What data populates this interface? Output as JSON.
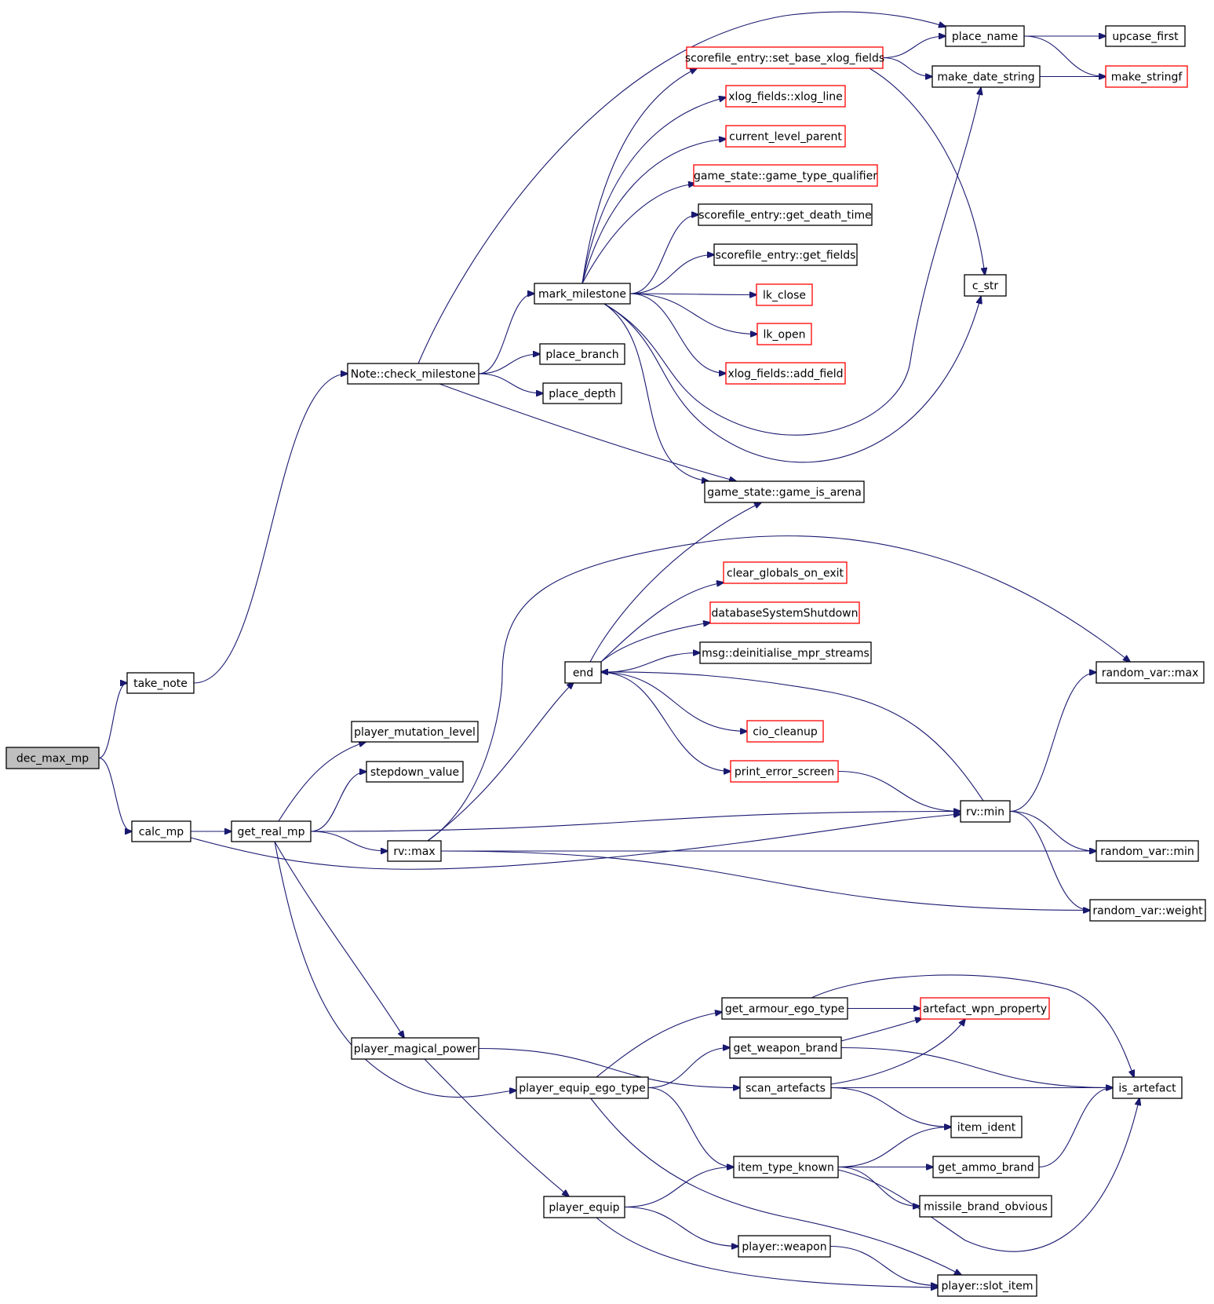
{
  "colors": {
    "edge": "#191970",
    "node_border": "#000000",
    "node_border_truncated": "#ff0000",
    "node_fill": "#ffffff",
    "root_fill": "#bfbfbf",
    "background": "#ffffff"
  },
  "nodes": [
    {
      "id": "n00",
      "label": "dec_max_mp",
      "style": "root"
    },
    {
      "id": "n01",
      "label": "take_note",
      "style": "normal"
    },
    {
      "id": "n02",
      "label": "calc_mp",
      "style": "normal"
    },
    {
      "id": "n03",
      "label": "Note::check_milestone",
      "style": "normal"
    },
    {
      "id": "n04",
      "label": "place_name",
      "style": "normal"
    },
    {
      "id": "n05",
      "label": "scorefile_entry::set_base_xlog_fields",
      "style": "truncated"
    },
    {
      "id": "n06",
      "label": "mark_milestone",
      "style": "normal"
    },
    {
      "id": "n07",
      "label": "place_branch",
      "style": "normal"
    },
    {
      "id": "n08",
      "label": "place_depth",
      "style": "normal"
    },
    {
      "id": "n09",
      "label": "game_state::game_is_arena",
      "style": "normal"
    },
    {
      "id": "n10",
      "label": "upcase_first",
      "style": "normal"
    },
    {
      "id": "n11",
      "label": "make_stringf",
      "style": "truncated"
    },
    {
      "id": "n12",
      "label": "make_date_string",
      "style": "normal"
    },
    {
      "id": "n13",
      "label": "c_str",
      "style": "normal"
    },
    {
      "id": "n14",
      "label": "xlog_fields::xlog_line",
      "style": "truncated"
    },
    {
      "id": "n15",
      "label": "current_level_parent",
      "style": "truncated"
    },
    {
      "id": "n16",
      "label": "game_state::game_type_qualifier",
      "style": "truncated"
    },
    {
      "id": "n17",
      "label": "scorefile_entry::get_death_time",
      "style": "normal"
    },
    {
      "id": "n18",
      "label": "scorefile_entry::get_fields",
      "style": "normal"
    },
    {
      "id": "n19",
      "label": "lk_close",
      "style": "truncated"
    },
    {
      "id": "n20",
      "label": "lk_open",
      "style": "truncated"
    },
    {
      "id": "n21",
      "label": "xlog_fields::add_field",
      "style": "truncated"
    },
    {
      "id": "n22",
      "label": "get_real_mp",
      "style": "normal"
    },
    {
      "id": "n23",
      "label": "rv::min",
      "style": "normal"
    },
    {
      "id": "n24",
      "label": "rv::max",
      "style": "normal"
    },
    {
      "id": "n25",
      "label": "player_mutation_level",
      "style": "normal"
    },
    {
      "id": "n26",
      "label": "stepdown_value",
      "style": "normal"
    },
    {
      "id": "n27",
      "label": "player_magical_power",
      "style": "normal"
    },
    {
      "id": "n28",
      "label": "player_equip_ego_type",
      "style": "normal"
    },
    {
      "id": "n29",
      "label": "end",
      "style": "normal"
    },
    {
      "id": "n30",
      "label": "random_var::max",
      "style": "normal"
    },
    {
      "id": "n31",
      "label": "clear_globals_on_exit",
      "style": "truncated"
    },
    {
      "id": "n32",
      "label": "databaseSystemShutdown",
      "style": "truncated"
    },
    {
      "id": "n33",
      "label": "msg::deinitialise_mpr_streams",
      "style": "normal"
    },
    {
      "id": "n34",
      "label": "cio_cleanup",
      "style": "truncated"
    },
    {
      "id": "n35",
      "label": "print_error_screen",
      "style": "truncated"
    },
    {
      "id": "n36",
      "label": "random_var::min",
      "style": "normal"
    },
    {
      "id": "n37",
      "label": "random_var::weight",
      "style": "normal"
    },
    {
      "id": "n38",
      "label": "scan_artefacts",
      "style": "normal"
    },
    {
      "id": "n39",
      "label": "player_equip",
      "style": "normal"
    },
    {
      "id": "n40",
      "label": "get_armour_ego_type",
      "style": "normal"
    },
    {
      "id": "n41",
      "label": "get_weapon_brand",
      "style": "normal"
    },
    {
      "id": "n42",
      "label": "item_type_known",
      "style": "normal"
    },
    {
      "id": "n43",
      "label": "player::slot_item",
      "style": "normal"
    },
    {
      "id": "n44",
      "label": "artefact_wpn_property",
      "style": "truncated"
    },
    {
      "id": "n45",
      "label": "is_artefact",
      "style": "normal"
    },
    {
      "id": "n46",
      "label": "item_ident",
      "style": "normal"
    },
    {
      "id": "n47",
      "label": "get_ammo_brand",
      "style": "normal"
    },
    {
      "id": "n48",
      "label": "missile_brand_obvious",
      "style": "normal"
    },
    {
      "id": "n49",
      "label": "player::weapon",
      "style": "normal"
    }
  ],
  "edges": [
    [
      "n00",
      "n01"
    ],
    [
      "n00",
      "n02"
    ],
    [
      "n01",
      "n03"
    ],
    [
      "n02",
      "n22"
    ],
    [
      "n02",
      "n23"
    ],
    [
      "n03",
      "n04"
    ],
    [
      "n03",
      "n06"
    ],
    [
      "n03",
      "n07"
    ],
    [
      "n03",
      "n08"
    ],
    [
      "n03",
      "n09"
    ],
    [
      "n04",
      "n10"
    ],
    [
      "n04",
      "n11"
    ],
    [
      "n05",
      "n04"
    ],
    [
      "n05",
      "n12"
    ],
    [
      "n05",
      "n13"
    ],
    [
      "n06",
      "n05"
    ],
    [
      "n06",
      "n14"
    ],
    [
      "n06",
      "n15"
    ],
    [
      "n06",
      "n16"
    ],
    [
      "n06",
      "n17"
    ],
    [
      "n06",
      "n18"
    ],
    [
      "n06",
      "n19"
    ],
    [
      "n06",
      "n20"
    ],
    [
      "n06",
      "n21"
    ],
    [
      "n06",
      "n12"
    ],
    [
      "n06",
      "n13"
    ],
    [
      "n06",
      "n09"
    ],
    [
      "n12",
      "n11"
    ],
    [
      "n22",
      "n23"
    ],
    [
      "n22",
      "n24"
    ],
    [
      "n22",
      "n25"
    ],
    [
      "n22",
      "n26"
    ],
    [
      "n22",
      "n27"
    ],
    [
      "n22",
      "n28"
    ],
    [
      "n23",
      "n29"
    ],
    [
      "n23",
      "n30"
    ],
    [
      "n23",
      "n36"
    ],
    [
      "n23",
      "n37"
    ],
    [
      "n24",
      "n29"
    ],
    [
      "n24",
      "n30"
    ],
    [
      "n24",
      "n36"
    ],
    [
      "n24",
      "n37"
    ],
    [
      "n27",
      "n38"
    ],
    [
      "n27",
      "n39"
    ],
    [
      "n28",
      "n40"
    ],
    [
      "n28",
      "n41"
    ],
    [
      "n28",
      "n42"
    ],
    [
      "n28",
      "n43"
    ],
    [
      "n29",
      "n09"
    ],
    [
      "n29",
      "n31"
    ],
    [
      "n29",
      "n32"
    ],
    [
      "n29",
      "n33"
    ],
    [
      "n29",
      "n34"
    ],
    [
      "n29",
      "n35"
    ],
    [
      "n35",
      "n23"
    ],
    [
      "n38",
      "n44"
    ],
    [
      "n38",
      "n45"
    ],
    [
      "n38",
      "n46"
    ],
    [
      "n39",
      "n42"
    ],
    [
      "n39",
      "n49"
    ],
    [
      "n39",
      "n43"
    ],
    [
      "n40",
      "n44"
    ],
    [
      "n40",
      "n45"
    ],
    [
      "n41",
      "n44"
    ],
    [
      "n41",
      "n45"
    ],
    [
      "n42",
      "n46"
    ],
    [
      "n42",
      "n47"
    ],
    [
      "n42",
      "n48"
    ],
    [
      "n42",
      "n45"
    ],
    [
      "n47",
      "n45"
    ],
    [
      "n49",
      "n43"
    ]
  ]
}
